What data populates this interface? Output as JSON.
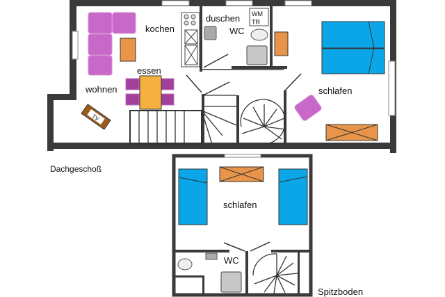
{
  "floors": [
    {
      "title": "Dachgeschoß",
      "rooms": {
        "kochen": "kochen",
        "duschen": "duschen",
        "wc": "WC",
        "wm": "WM",
        "tr": "TR",
        "essen": "essen",
        "wohnen": "wohnen",
        "schlafen": "schlafen",
        "tv": "TV"
      }
    },
    {
      "title": "Spitzboden",
      "rooms": {
        "schlafen": "schlafen",
        "wc": "WC"
      }
    }
  ],
  "colors": {
    "wall": "#3a3a3a",
    "bed": "#0aa6e8",
    "cabinet": "#e8944a",
    "sofa": "#c868c8",
    "chair": "#a0409a",
    "table": "#f5b040",
    "tv_stand": "#9a5a1a",
    "sanitary": "#c8c8c8"
  }
}
